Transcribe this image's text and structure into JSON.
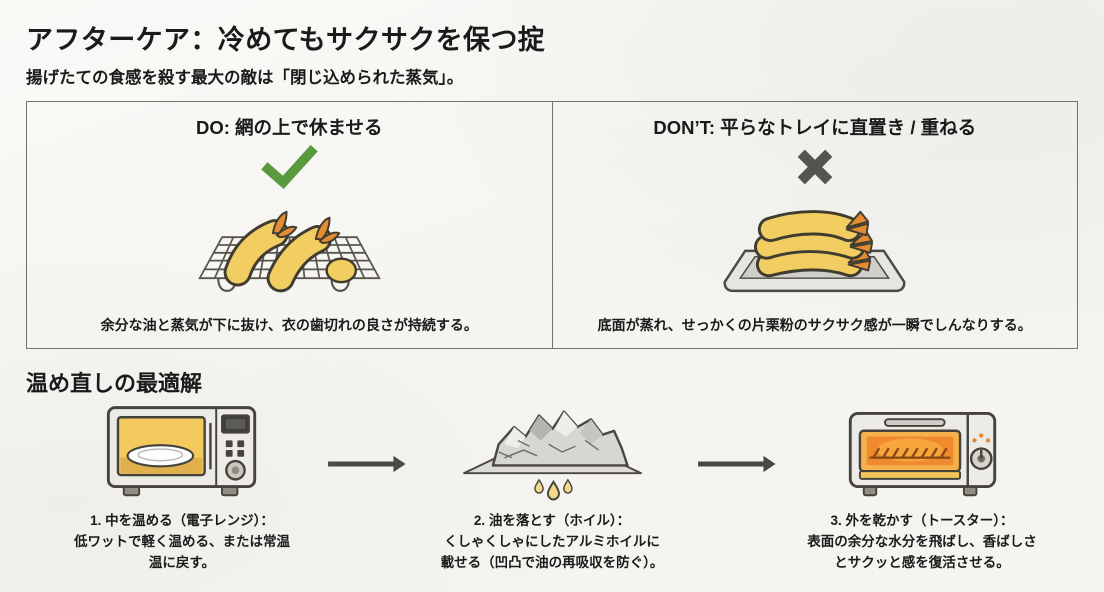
{
  "page": {
    "title": "アフターケア：冷めてもサクサクを保つ掟",
    "subtitle": "揚げたての食感を殺す最大の敵は「閉じ込められた蒸気」。"
  },
  "comparison": {
    "do": {
      "heading": "DO: 網の上で休ませる",
      "mark": "check-mark",
      "caption": "余分な油と蒸気が下に抜け、衣の歯切れの良さが持続する。"
    },
    "dont": {
      "heading": "DON’T: 平らなトレイに直置き / 重ねる",
      "mark": "cross-mark",
      "caption": "底面が蒸れ、せっかくの片栗粉のサクサク感が一瞬でしんなりする。"
    }
  },
  "reheat": {
    "heading": "温め直しの最適解",
    "steps": [
      {
        "icon": "microwave-icon",
        "caption": "1. 中を温める（電子レンジ）：\n低ワットで軽く温める、または常温\n温に戻す。"
      },
      {
        "icon": "foil-icon",
        "caption": "2. 油を落とす（ホイル）：\nくしゃくしゃにしたアルミホイルに\n載せる（凹凸で油の再吸収を防ぐ）。"
      },
      {
        "icon": "toaster-icon",
        "caption": "3. 外を乾かす（トースター）：\n表面の余分な水分を飛ばし、香ばしさ\nとサクッと感を復活させる。"
      }
    ]
  },
  "colors": {
    "check_green": "#5a9a3e",
    "cross_gray": "#55544f",
    "tempura_gold": "#f2cd62",
    "tail_orange": "#e58d32",
    "heat_orange": "#f08a2e",
    "outline_dark": "#45433c",
    "background_paper": "#f5f4f0"
  }
}
